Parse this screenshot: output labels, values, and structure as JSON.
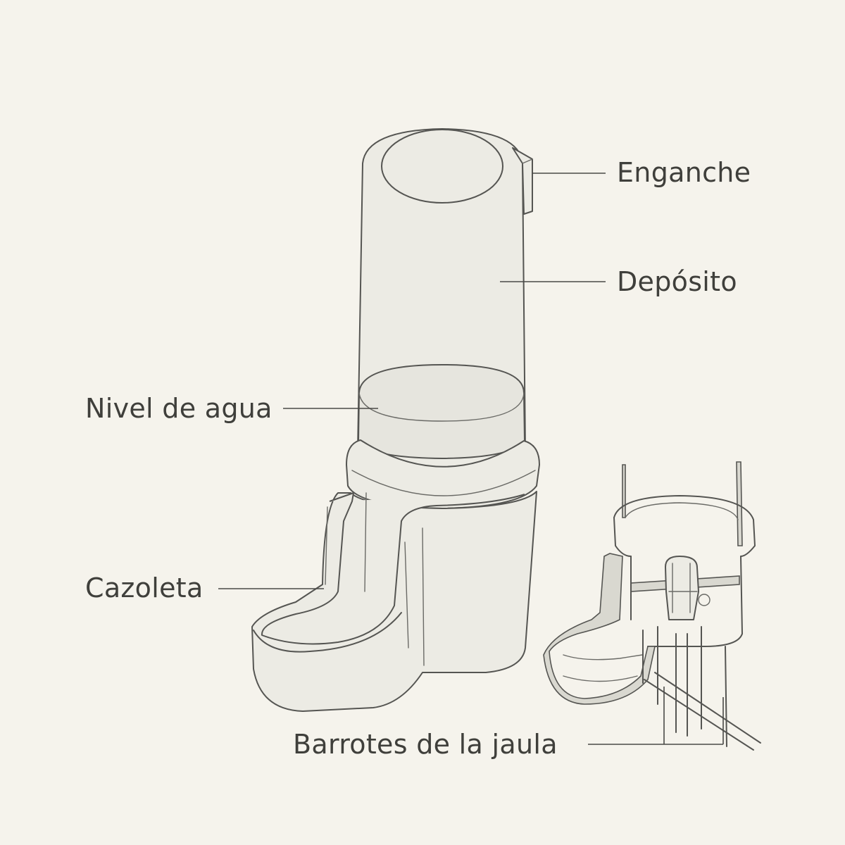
{
  "labels": {
    "hook": "Enganche",
    "reservoir": "Depósito",
    "water_level": "Nivel de agua",
    "cup": "Cazoleta",
    "cage_bars": "Barrotes de la jaula"
  },
  "colors": {
    "background": "#f5f3ec",
    "line": "#555552",
    "text": "#3f3f3b"
  }
}
